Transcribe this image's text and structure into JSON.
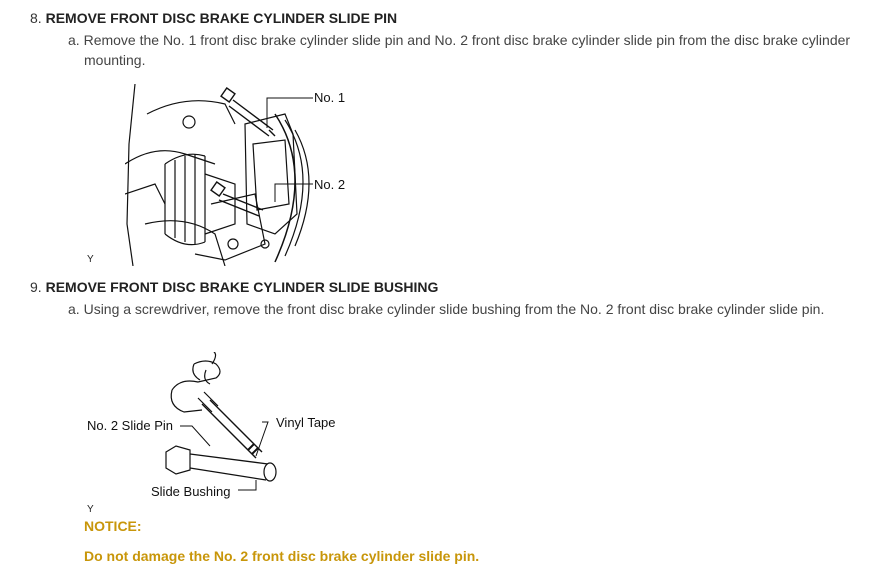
{
  "steps": [
    {
      "number": "8.",
      "title": "REMOVE FRONT DISC BRAKE CYLINDER SLIDE PIN",
      "sub_marker": "a.",
      "sub_text_line1": "Remove the No. 1 front disc brake cylinder slide pin and No. 2 front disc brake cylinder slide pin from the disc brake cylinder",
      "sub_text_line2": "mounting.",
      "figure": {
        "callouts": [
          "No. 1",
          "No. 2"
        ],
        "corner_label": "Y"
      }
    },
    {
      "number": "9.",
      "title": "REMOVE FRONT DISC BRAKE CYLINDER SLIDE BUSHING",
      "sub_marker": "a.",
      "sub_text_line1": "Using a screwdriver, remove the front disc brake cylinder slide bushing from the No. 2 front disc brake cylinder slide pin.",
      "figure": {
        "callouts": [
          "No. 2 Slide Pin",
          "Vinyl Tape",
          "Slide Bushing"
        ],
        "corner_label": "Y"
      }
    }
  ],
  "notice": {
    "label": "NOTICE:",
    "text": "Do not damage the No. 2 front disc brake cylinder slide pin."
  },
  "colors": {
    "text": "#333333",
    "notice": "#c8960a"
  }
}
